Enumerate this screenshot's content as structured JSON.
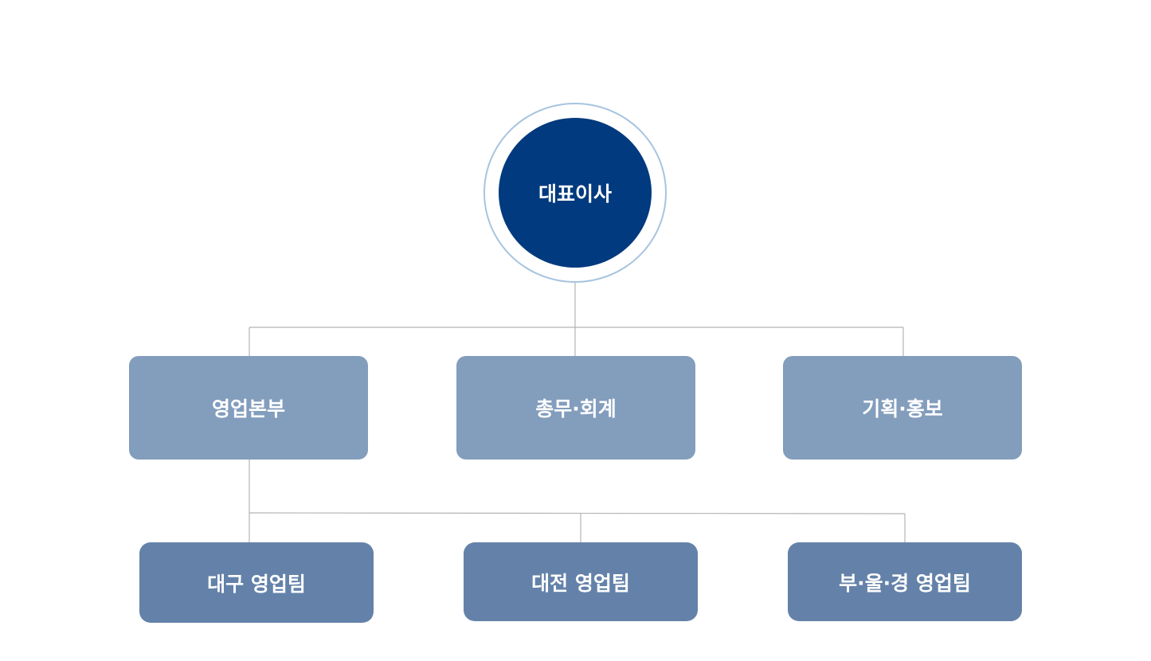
{
  "org": {
    "ceo": "대표이사",
    "departments": [
      {
        "label": "영업본부"
      },
      {
        "label": "총무·회계"
      },
      {
        "label": "기획·홍보"
      }
    ],
    "teams": [
      {
        "label": "대구 영업팀"
      },
      {
        "label": "대전 영업팀"
      },
      {
        "label": "부·울·경 영업팀"
      }
    ]
  },
  "colors": {
    "ceo_fill": "#013a7e",
    "ceo_ring": "#a7c4df",
    "department_fill": "#839dbd",
    "team_fill": "#6482a9",
    "connector": "#b3b3b3",
    "text": "#ffffff"
  }
}
